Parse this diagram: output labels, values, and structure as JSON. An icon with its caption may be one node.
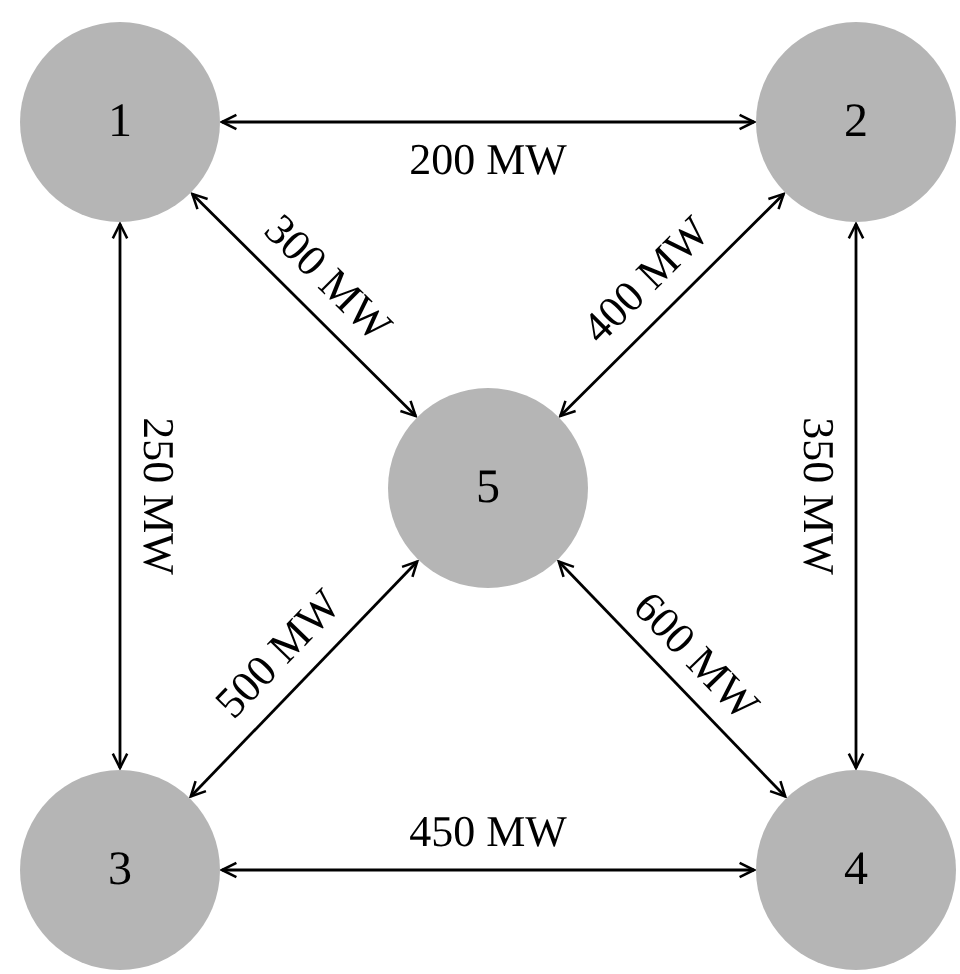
{
  "diagram": {
    "nodes": [
      {
        "text": [
          "1"
        ]
      },
      {
        "text": [
          "2"
        ]
      },
      {
        "text": [
          "3"
        ]
      },
      {
        "text": [
          "4"
        ]
      },
      {
        "text": [
          "5"
        ]
      }
    ],
    "edges": [
      {
        "from": 0,
        "to": 1,
        "arrow": "both",
        "label": "200 MW"
      },
      {
        "from": 0,
        "to": 4,
        "arrow": "both",
        "label": "300 MW"
      },
      {
        "from": 1,
        "to": 4,
        "arrow": "both",
        "label": "400 MW"
      },
      {
        "from": 0,
        "to": 2,
        "arrow": "both",
        "label": "250 MW"
      },
      {
        "from": 1,
        "to": 3,
        "arrow": "both",
        "label": "350 MW"
      },
      {
        "from": 2,
        "to": 4,
        "arrow": "both",
        "label": "500 MW"
      },
      {
        "from": 3,
        "to": 4,
        "arrow": "both",
        "label": "600 MW"
      },
      {
        "from": 2,
        "to": 3,
        "arrow": "both",
        "label": "450 MW"
      }
    ]
  }
}
